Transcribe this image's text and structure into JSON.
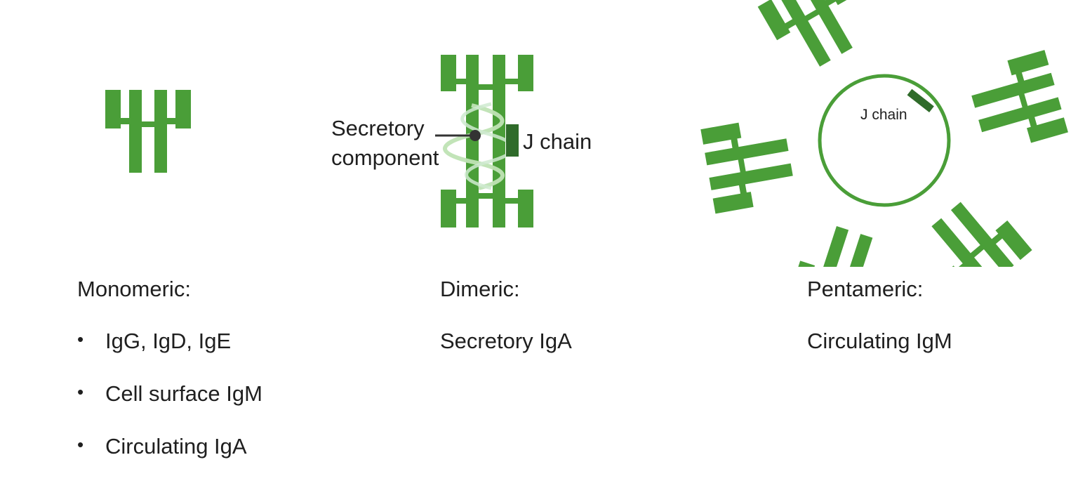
{
  "colors": {
    "antibody": "#4a9e38",
    "j_chain": "#2f6b2a",
    "secretory": "#bfe3b4",
    "line": "#333333",
    "text": "#1f1f1f"
  },
  "dimer": {
    "secretory_label_line1": "Secretory",
    "secretory_label_line2": "component",
    "j_chain_label": "J chain"
  },
  "pentamer": {
    "j_chain_label": "J chain"
  },
  "columns": {
    "monomeric": {
      "heading": "Monomeric:",
      "items": [
        "IgG, IgD, IgE",
        "Cell surface IgM",
        "Circulating IgA"
      ],
      "bullet": "•"
    },
    "dimeric": {
      "heading": "Dimeric:",
      "subtitle": "Secretory IgA"
    },
    "pentameric": {
      "heading": "Pentameric:",
      "subtitle": "Circulating IgM"
    }
  }
}
